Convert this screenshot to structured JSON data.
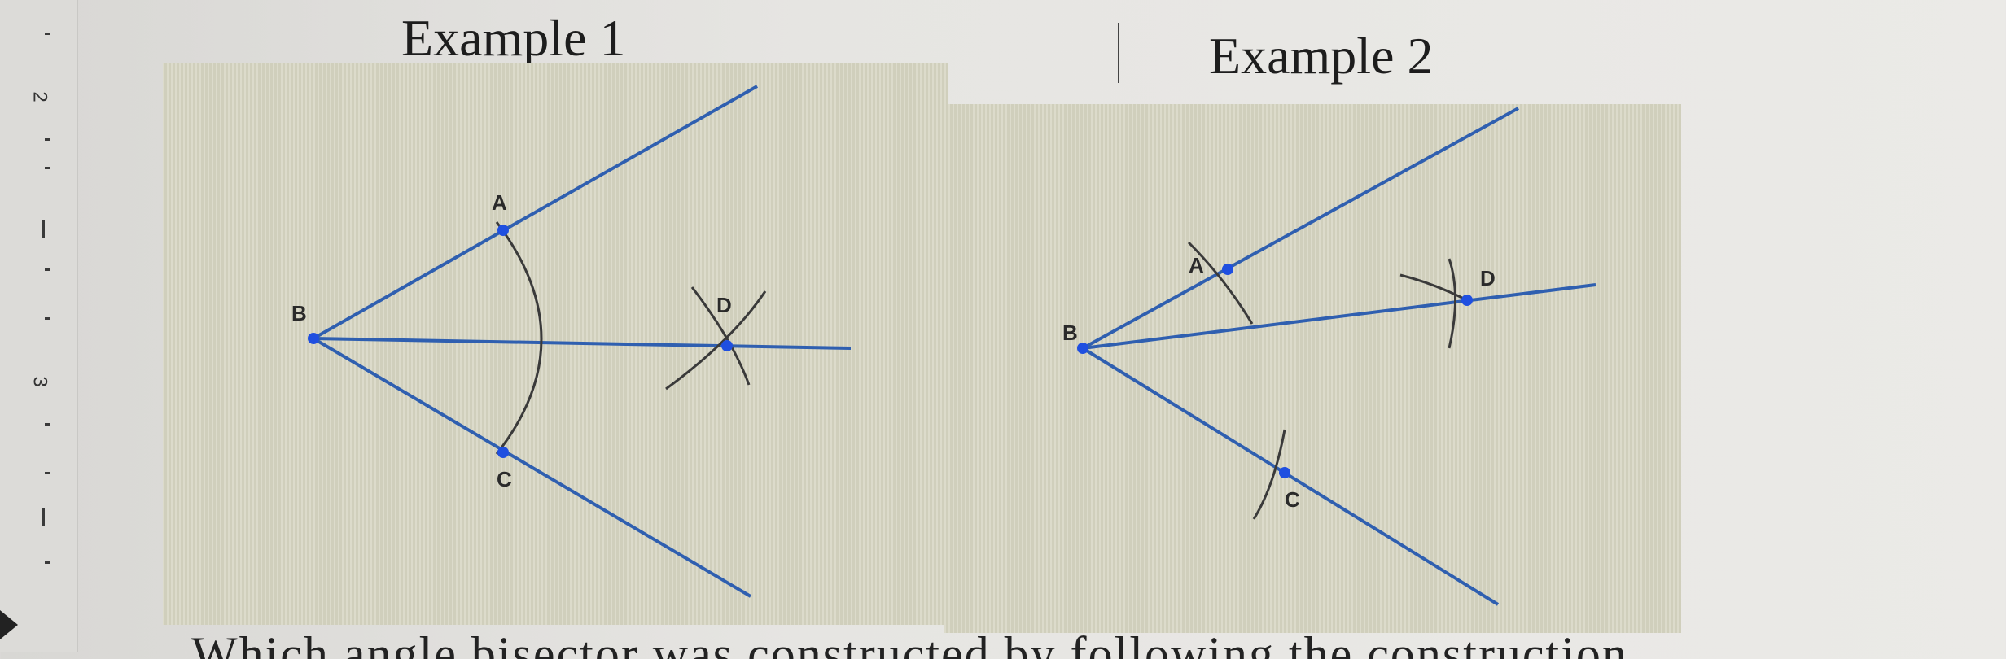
{
  "example1": {
    "title": "Example 1",
    "labels": {
      "A": "A",
      "B": "B",
      "C": "C",
      "D": "D"
    }
  },
  "example2": {
    "title": "Example 2",
    "labels": {
      "A": "A",
      "B": "B",
      "C": "C",
      "D": "D"
    }
  },
  "ruler": {
    "numbers": [
      "2",
      "3"
    ]
  },
  "colors": {
    "line": "#2f5fb0",
    "point": "#1f4fe0",
    "arc": "#3a3a3a"
  },
  "bottom_text": "Which angle bisector was constructed by following the construction"
}
